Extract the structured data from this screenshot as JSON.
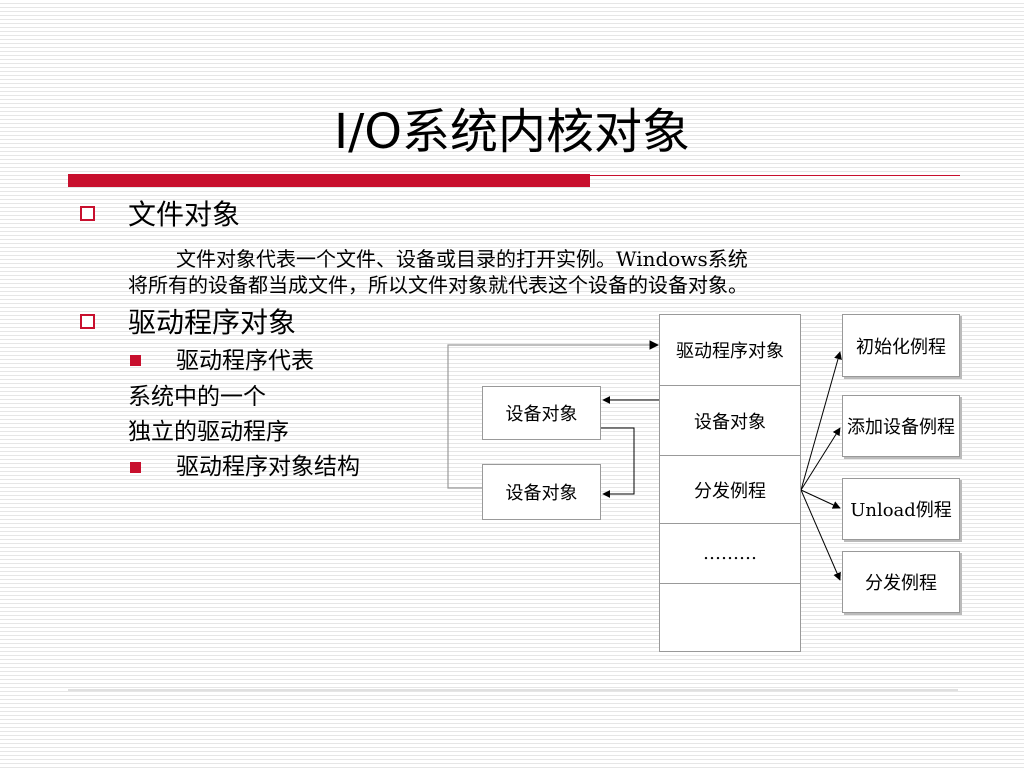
{
  "slide": {
    "title": "I/O系统内核对象"
  },
  "bullets": {
    "file_object": {
      "heading": "文件对象",
      "line1": "文件对象代表一个文件、设备或目录的打开实例。Windows系统",
      "line2": "将所有的设备都当成文件，所以文件对象就代表这个设备的设备对象。"
    },
    "driver_object": {
      "heading": "驱动程序对象",
      "sub1_line1": "驱动程序代表",
      "sub1_line2": "系统中的一个",
      "sub1_line3": "独立的驱动程序",
      "sub2": "驱动程序对象结构"
    }
  },
  "diagram": {
    "driver_stack": {
      "row1": "驱动程序对象",
      "row2": "设备对象",
      "row3": "分发例程",
      "row4": "………",
      "row5": ""
    },
    "device_object_top": "设备对象",
    "device_object_bottom": "设备对象",
    "routines": {
      "init": "初始化例程",
      "add_device": "添加设备例程",
      "unload": "Unload例程",
      "dispatch": "分发例程"
    }
  },
  "colors": {
    "accent_red": "#c8102e",
    "border_gray": "#999999"
  }
}
